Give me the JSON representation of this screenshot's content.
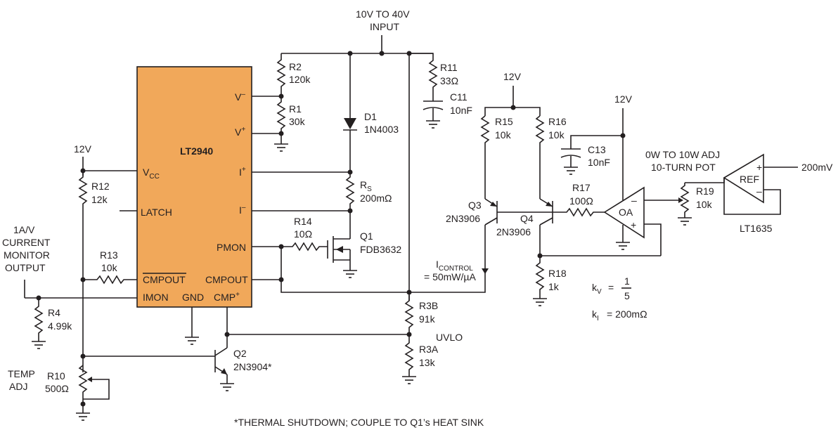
{
  "colors": {
    "chip_fill": "#f1a85a",
    "ink": "#231f20",
    "background": "#ffffff"
  },
  "supply": {
    "line1": "10V TO 40V",
    "line2": "INPUT"
  },
  "ic": {
    "name": "LT2940",
    "pins": {
      "vminus": "V",
      "vplus": "V",
      "vcc": "V",
      "vcc_sub": "CC",
      "iplus": "I",
      "iminus": "I",
      "latch": "LATCH",
      "pmon": "PMON",
      "cmpout_bar": "CMPOUT",
      "cmpout": "CMPOUT",
      "imon": "IMON",
      "gnd": "GND",
      "cmpplus": "CMP"
    },
    "superscripts": {
      "minus": "–",
      "plus": "+"
    }
  },
  "rails": {
    "left_12v": "12V",
    "mid_12v": "12V",
    "right_12v": "12V"
  },
  "components": {
    "r2": {
      "ref": "R2",
      "value": "120k"
    },
    "r1": {
      "ref": "R1",
      "value": "30k"
    },
    "d1": {
      "ref": "D1",
      "value": "1N4003"
    },
    "rs": {
      "ref": "R",
      "sub": "S",
      "value": "200mΩ"
    },
    "r11": {
      "ref": "R11",
      "value": "33Ω"
    },
    "c11": {
      "ref": "C11",
      "value": "10nF"
    },
    "r14": {
      "ref": "R14",
      "value": "10Ω"
    },
    "q1": {
      "ref": "Q1",
      "value": "FDB3632"
    },
    "r12": {
      "ref": "R12",
      "value": "12k"
    },
    "r13": {
      "ref": "R13",
      "value": "10k"
    },
    "r4": {
      "ref": "R4",
      "value": "4.99k"
    },
    "r10": {
      "ref": "R10",
      "value": "500Ω"
    },
    "q2": {
      "ref": "Q2",
      "value": "2N3904*"
    },
    "r3b": {
      "ref": "R3B",
      "value": "91k"
    },
    "r3a": {
      "ref": "R3A",
      "value": "13k"
    },
    "r15": {
      "ref": "R15",
      "value": "10k"
    },
    "r16": {
      "ref": "R16",
      "value": "10k"
    },
    "q3": {
      "ref": "Q3",
      "value": "2N3906"
    },
    "q4": {
      "ref": "Q4",
      "value": "2N3906"
    },
    "r17": {
      "ref": "R17",
      "value": "100Ω"
    },
    "c13": {
      "ref": "C13",
      "value": "10nF"
    },
    "r18": {
      "ref": "R18",
      "value": "1k"
    },
    "oa": {
      "ref": "OA"
    },
    "r19": {
      "ref": "R19",
      "value": "10k"
    },
    "ref_ic": {
      "ref": "REF",
      "name": "LT1635"
    }
  },
  "labels": {
    "monitor": [
      "1A/V",
      "CURRENT",
      "MONITOR",
      "OUTPUT"
    ],
    "temp_adj": [
      "TEMP",
      "ADJ"
    ],
    "uvlo": "UVLO",
    "icontrol_i": "I",
    "icontrol_sub": "CONTROL",
    "icontrol_value": "= 50mW/µA",
    "pot": [
      "0W TO 10W ADJ",
      "10-TURN POT"
    ],
    "vref": "200mV",
    "kv_label": "k",
    "kv_sub": "V",
    "kv_eq": "=",
    "kv_num": "1",
    "kv_den": "5",
    "ki_label": "k",
    "ki_sub": "I",
    "ki_value": "= 200mΩ",
    "footnote": "*THERMAL SHUTDOWN; COUPLE TO Q1’s HEAT SINK"
  }
}
